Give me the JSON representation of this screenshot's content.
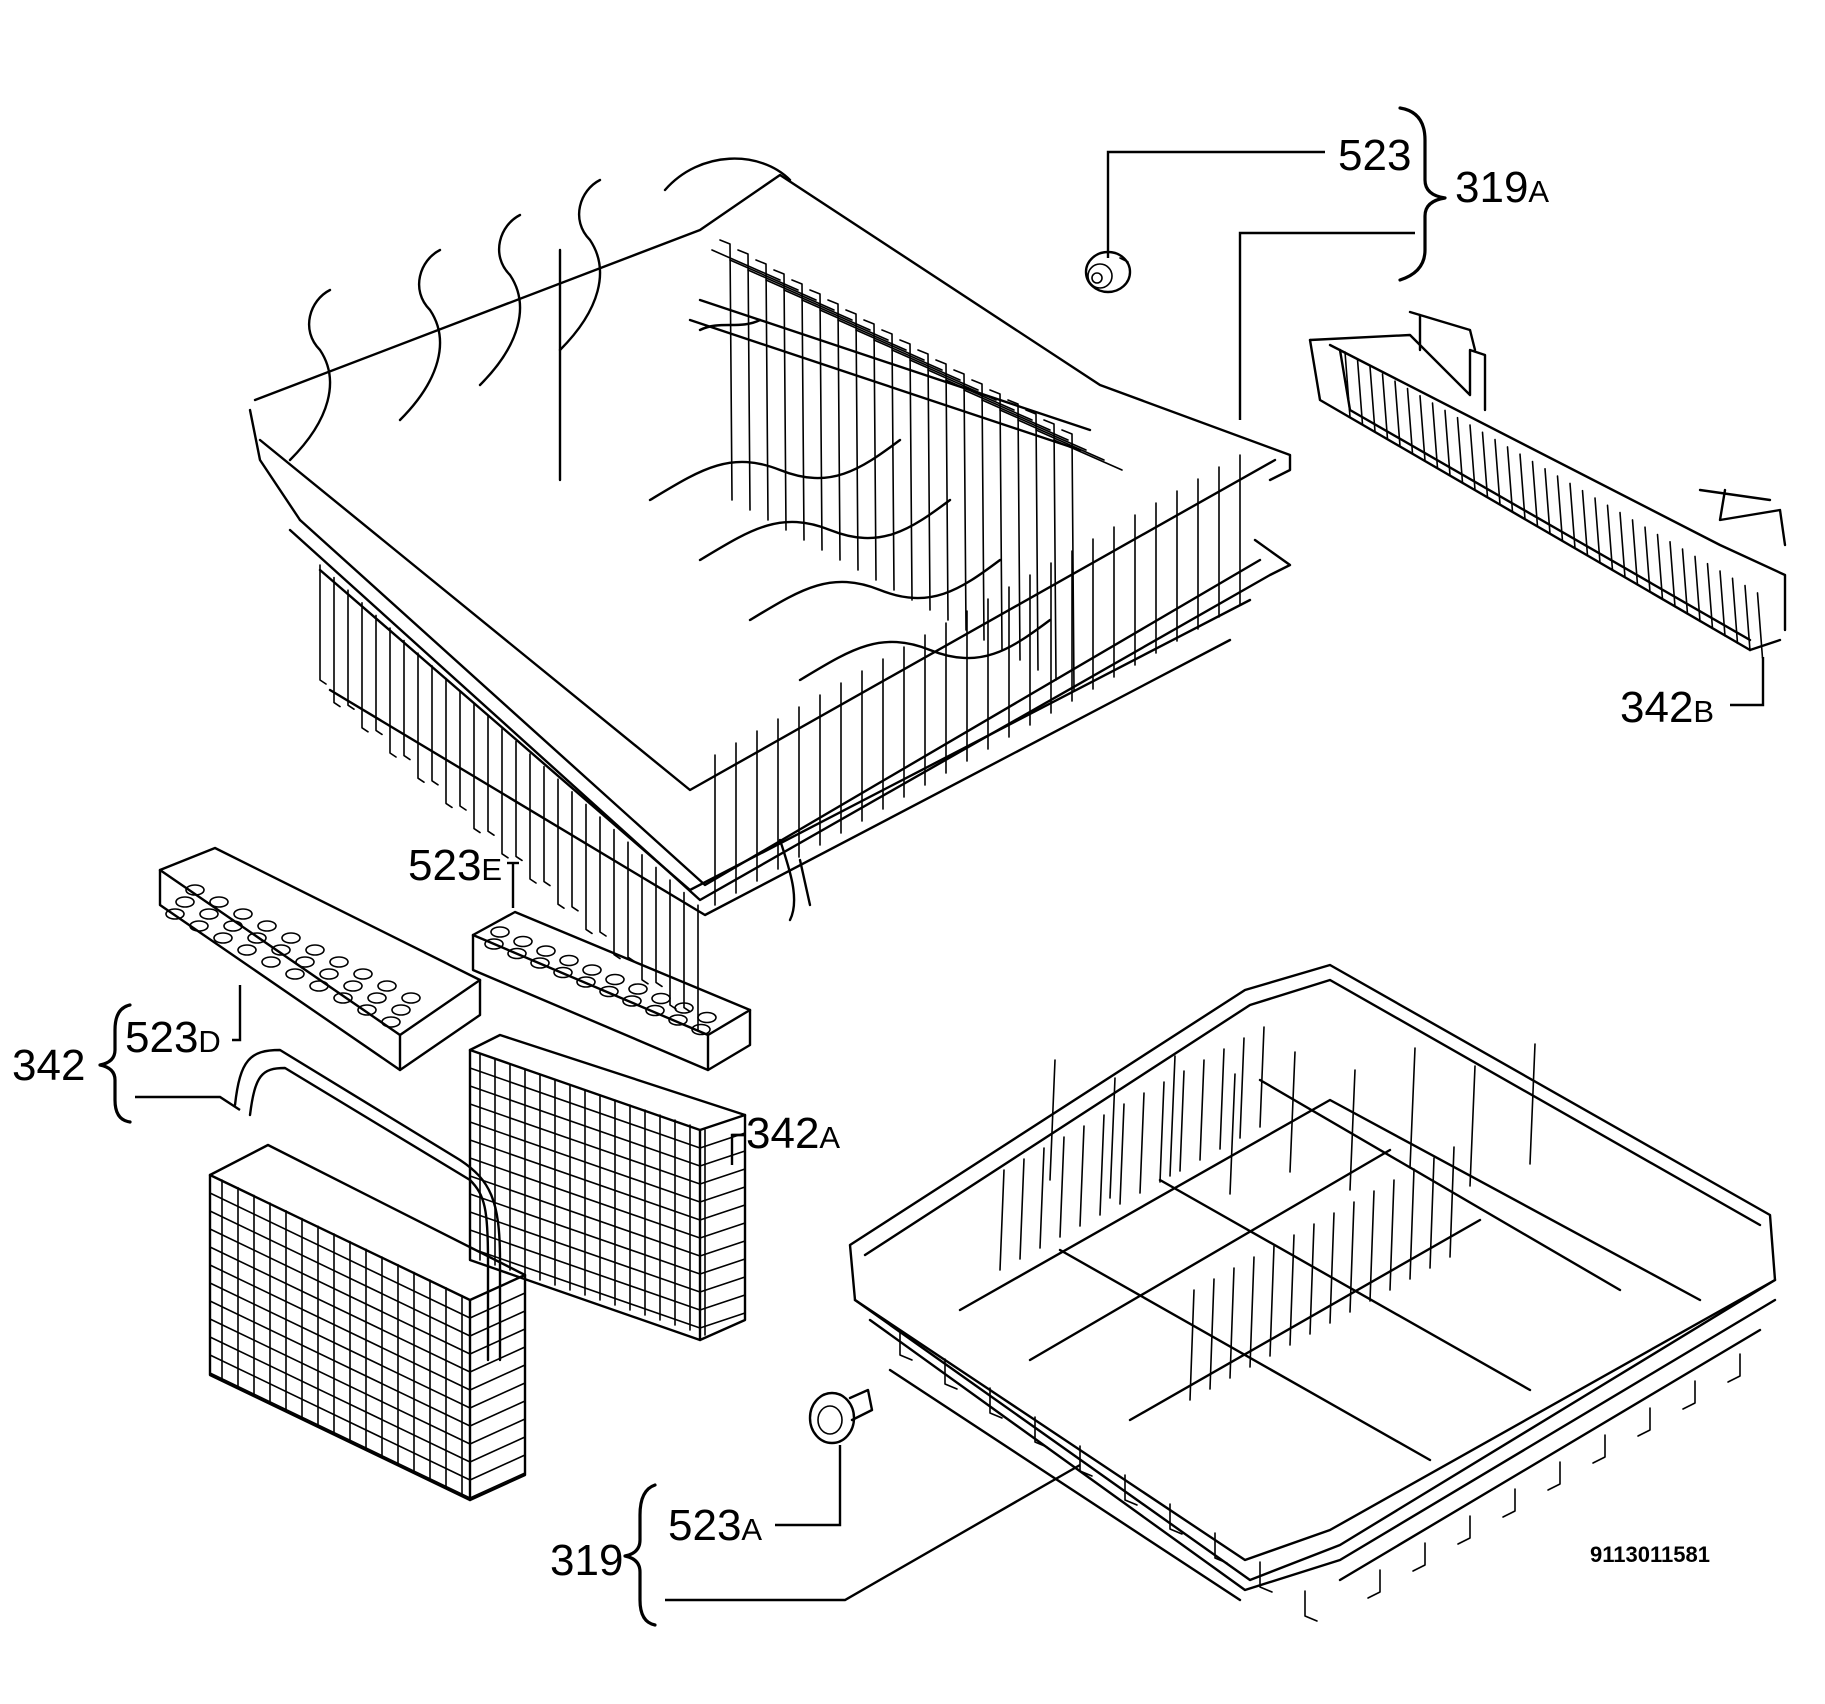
{
  "labels": {
    "p523": {
      "num": "523",
      "suffix": ""
    },
    "p319A": {
      "num": "319",
      "suffix": "A"
    },
    "p342B": {
      "num": "342",
      "suffix": "B"
    },
    "p523E": {
      "num": "523",
      "suffix": "E"
    },
    "p342": {
      "num": "342",
      "suffix": ""
    },
    "p523D": {
      "num": "523",
      "suffix": "D"
    },
    "p342A": {
      "num": "342",
      "suffix": "A"
    },
    "p319": {
      "num": "319",
      "suffix": ""
    },
    "p523A": {
      "num": "523",
      "suffix": "A"
    }
  },
  "drawing_code": "9113011581"
}
